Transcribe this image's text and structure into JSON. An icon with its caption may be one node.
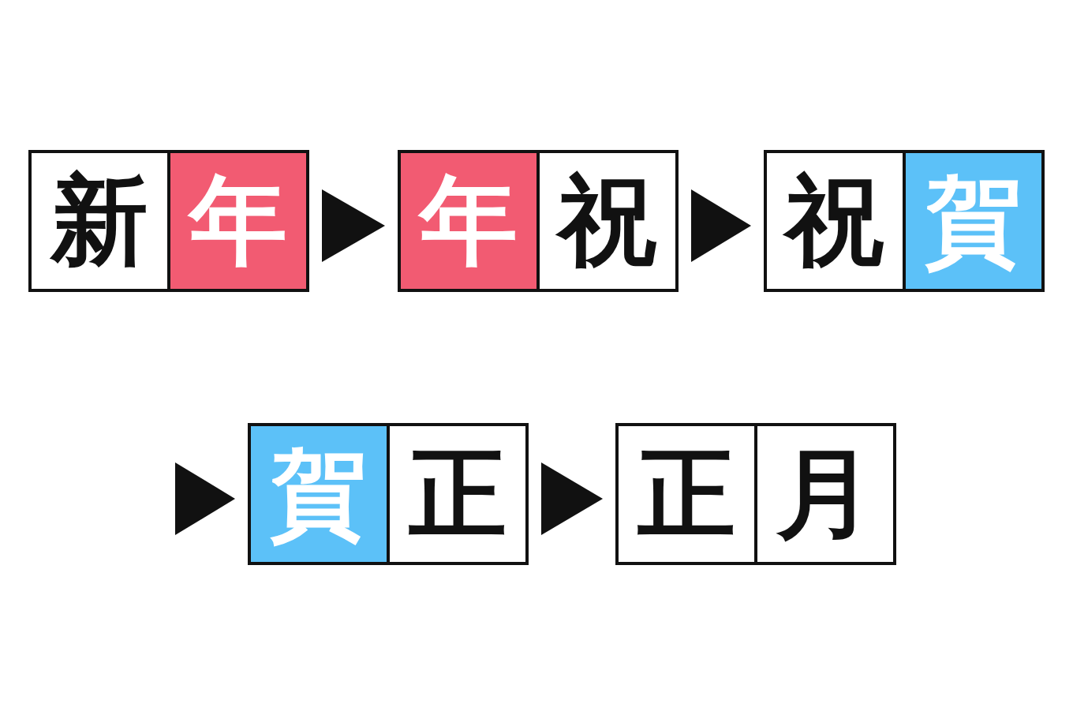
{
  "diagram": {
    "nodes": [
      {
        "text": [
          "新"
        ]
      },
      {
        "text": [
          "年"
        ]
      },
      {
        "text": [
          "年"
        ]
      },
      {
        "text": [
          "祝"
        ]
      },
      {
        "text": [
          "祝"
        ]
      },
      {
        "text": [
          "賀"
        ]
      },
      {
        "text": [
          "賀"
        ]
      },
      {
        "text": [
          "正"
        ]
      },
      {
        "text": [
          "正"
        ]
      },
      {
        "text": [
          "月"
        ]
      }
    ],
    "edges": [
      {
        "from": 1,
        "to": 2,
        "arrow": "to"
      },
      {
        "from": 3,
        "to": 4,
        "arrow": "to"
      },
      {
        "from": null,
        "to": 6,
        "arrow": "to"
      },
      {
        "from": 7,
        "to": 8,
        "arrow": "to"
      }
    ]
  }
}
